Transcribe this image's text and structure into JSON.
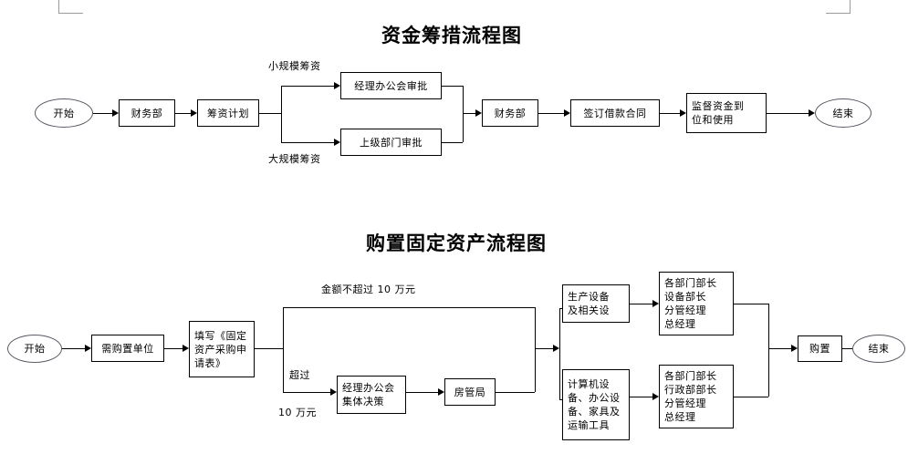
{
  "document": {
    "page_marks": [
      "corner-top-left",
      "corner-top-right"
    ]
  },
  "charts": [
    {
      "id": "funding-process",
      "title": "资金筹措流程图",
      "nodes": {
        "start": "开始",
        "finance_dept_1": "财务部",
        "funding_plan": "筹资计划",
        "manager_office_approval": "经理办公会审批",
        "superior_dept_approval": "上级部门审批",
        "finance_dept_2": "财务部",
        "sign_loan_contract": "签订借款合同",
        "supervise_funds": "监督资金到\n位和使用",
        "end": "结束"
      },
      "edge_labels": {
        "small_scale": "小规模筹资",
        "large_scale": "大规模筹资"
      }
    },
    {
      "id": "fixed-asset-purchase-process",
      "title": "购置固定资产流程图",
      "nodes": {
        "start": "开始",
        "requesting_unit": "需购置单位",
        "fill_application": "填写《固定\n资产采购申\n请表》",
        "manager_office_decision": "经理办公会\n集体决策",
        "housing_bureau": "房管局",
        "production_equipment": "生产设备\n及相关设",
        "computer_office_equipment": "计算机设\n备、办公设\n备、家具及\n运输工具",
        "approval_chain_equipment": "各部门部长\n设备部长\n分管经理\n总经理",
        "approval_chain_office": "各部门部长\n行政部部长\n分管经理\n总经理",
        "purchase": "购置",
        "end": "结束"
      },
      "edge_labels": {
        "amount_not_exceeding": "金额不超过 10 万元",
        "exceed": "超过",
        "exceed_amount": "10 万元"
      }
    }
  ],
  "colors": {
    "line": "#000000",
    "terminator_border": "#5a5a66",
    "page_mark": "#9a9a9a",
    "background": "#ffffff",
    "text": "#000000"
  }
}
